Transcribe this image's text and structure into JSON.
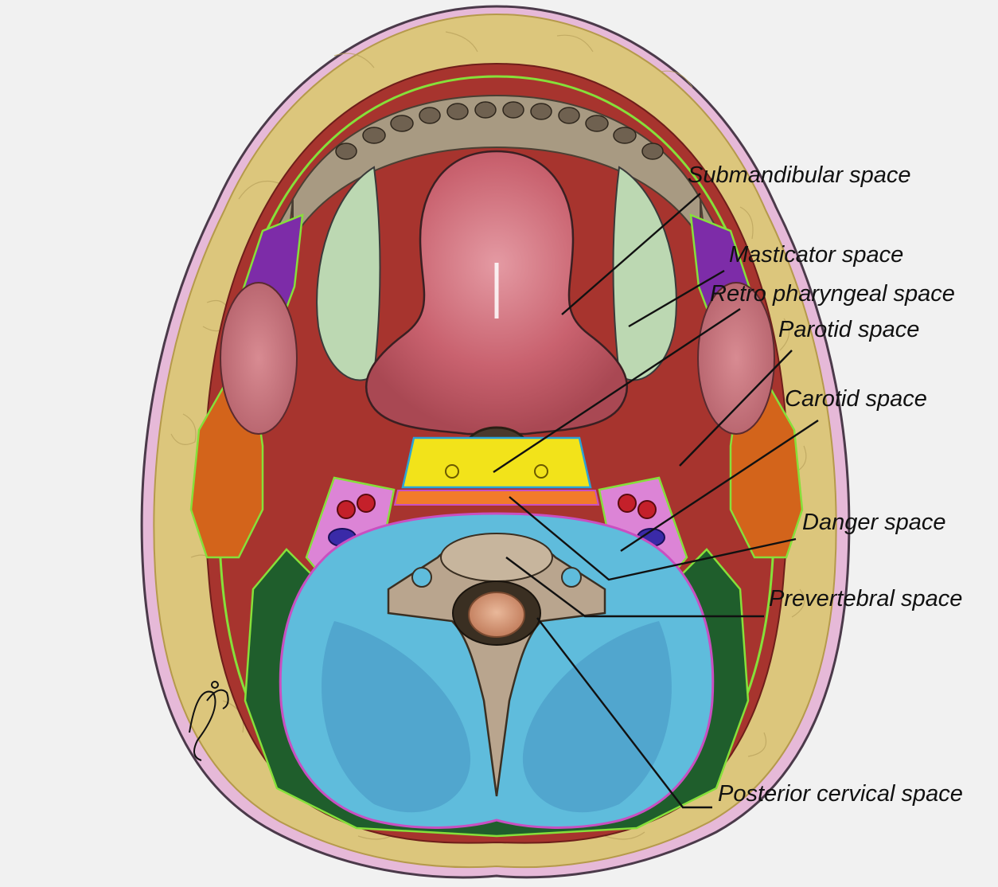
{
  "diagram": {
    "labels": [
      {
        "id": "submandibular",
        "text": "Submandibular space"
      },
      {
        "id": "masticator",
        "text": "Masticator space"
      },
      {
        "id": "retropharyngeal",
        "text": "Retro pharyngeal space"
      },
      {
        "id": "parotid",
        "text": "Parotid space"
      },
      {
        "id": "carotid",
        "text": "Carotid space"
      },
      {
        "id": "danger",
        "text": "Danger space"
      },
      {
        "id": "prevertebral",
        "text": "Prevertebral space"
      },
      {
        "id": "posterior-cervical",
        "text": "Posterior cervical space"
      }
    ],
    "colors": {
      "background": "#f1f1f1",
      "skin": "#e6b9d8",
      "subcutaneous_fat": "#dcc67c",
      "muscle": "#a7342e",
      "tongue": "#c9626f",
      "sublingual": "#bcd8b2",
      "masticator": "#7d2ca8",
      "parotid": "#d3641b",
      "parotid_gland": "#c8727a",
      "retropharyngeal": "#f2e31a",
      "danger": "#f27b2a",
      "carotid": "#dc84d6",
      "prevertebral": "#5fbcdc",
      "posterior_cervical_muscle": "#1f5e2c",
      "fascia_line": "#86e03a",
      "bone": "#b9a58e",
      "mandible": "#a89a82",
      "spinal_cord": "#d39a7a"
    }
  }
}
